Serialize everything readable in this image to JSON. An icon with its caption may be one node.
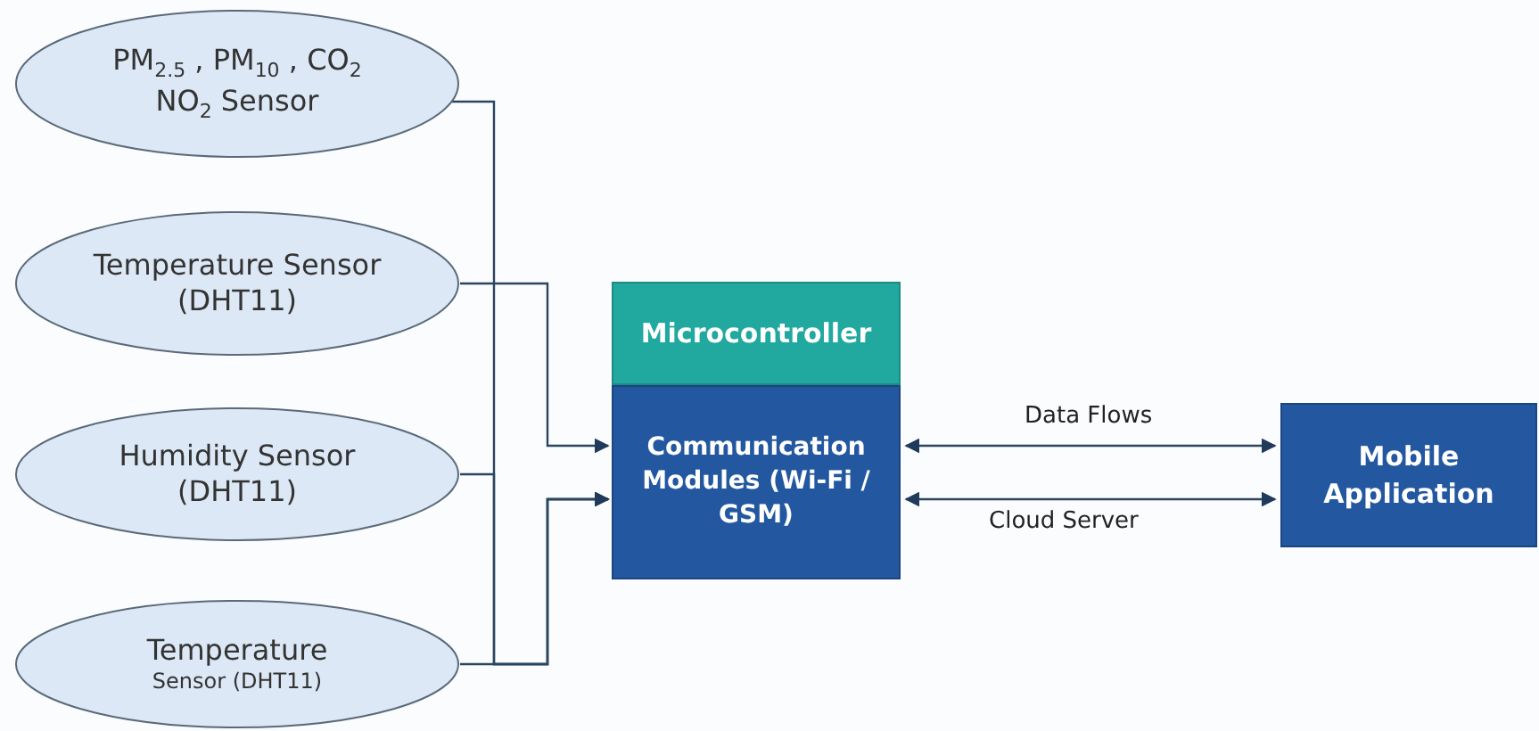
{
  "diagram": {
    "nodes": [
      {
        "text": [
          "PM$_{2.5}$ , PM$_{10}$ , CO$_{2}$ NO$_{2}$ Sensor"
        ]
      },
      {
        "text": [
          "Temperature Sensor (DHT11)"
        ]
      },
      {
        "text": [
          "Humidity Sensor (DHT11)"
        ]
      },
      {
        "text": [
          "Temperature",
          "Sensor (DHT11)"
        ]
      },
      {
        "text": [
          "Microcontroller"
        ]
      },
      {
        "text": [
          "Communication Modules (Wi-Fi / GSM)"
        ]
      },
      {
        "text": [
          "Mobile Application"
        ]
      }
    ],
    "edges": [
      {
        "from": 0,
        "to": 5,
        "arrow": "to"
      },
      {
        "from": 1,
        "to": 5,
        "arrow": "to"
      },
      {
        "from": 2,
        "to": 5,
        "arrow": "to"
      },
      {
        "from": 3,
        "to": 5,
        "arrow": "to"
      },
      {
        "from": 5,
        "to": 6,
        "arrow": "both",
        "label": "Data Flows"
      },
      {
        "from": 5,
        "to": 6,
        "arrow": "both",
        "label": "Cloud Server"
      }
    ]
  }
}
